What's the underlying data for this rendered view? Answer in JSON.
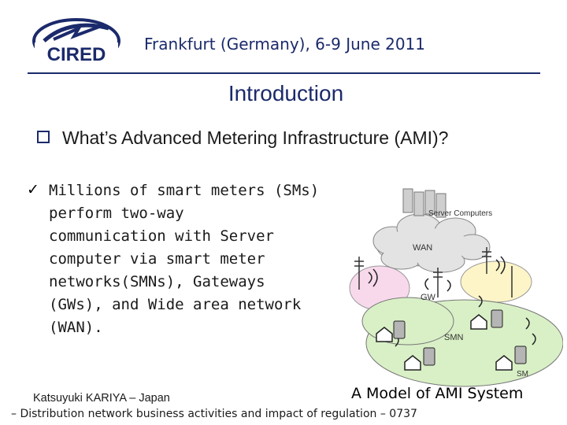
{
  "header": {
    "logo_text": "CIRED",
    "event": "Frankfurt (Germany), 6-9 June 2011"
  },
  "slide": {
    "title": "Introduction",
    "bullet": "What’s Advanced Metering Infrastructure (AMI)?",
    "check_mark": "✓",
    "body": "Millions of smart meters (SMs)\nperform two-way\ncommunication with Server\ncomputer via smart meter\nnetworks(SMNs), Gateways\n(GWs), and Wide area network\n(WAN)."
  },
  "diagram": {
    "server_label": "Server Computers",
    "wan_label": "WAN",
    "gw_label": "GW",
    "smn_label": "SMN",
    "sm_label": "SM",
    "caption": "A Model of AMI System",
    "colors": {
      "smn_fill": "#d9f0c6",
      "yellow_fill": "#fdf5c8",
      "pink_fill": "#f8d9ec",
      "cloud_fill": "#e3e3e3"
    }
  },
  "footer": {
    "author": "Katsuyuki KARIYA – Japan",
    "session": "– Distribution network business activities and impact of regulation – 0737"
  }
}
